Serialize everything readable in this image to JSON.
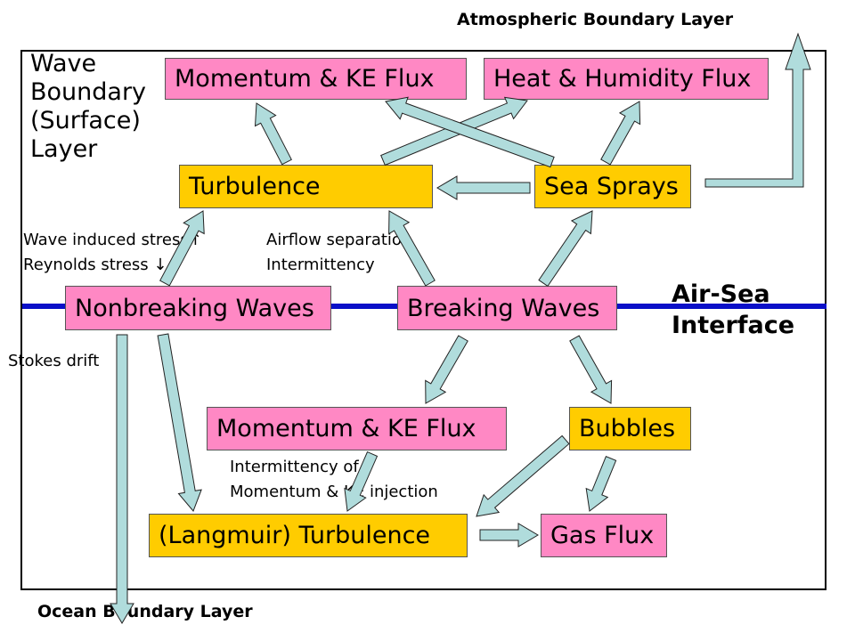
{
  "labels": {
    "atmospheric_layer": "Atmospheric Boundary Layer",
    "ocean_layer": "Ocean Boundary Layer",
    "wave_layer": [
      "Wave",
      "Boundary",
      "(Surface)",
      "Layer"
    ],
    "interface": [
      "Air-Sea",
      "Interface"
    ]
  },
  "boxes": {
    "momentum_ke_flux_top": "Momentum & KE Flux",
    "heat_humidity_flux": "Heat & Humidity Flux",
    "turbulence": "Turbulence",
    "sea_sprays": "Sea Sprays",
    "nonbreaking_waves": "Nonbreaking Waves",
    "breaking_waves": "Breaking Waves",
    "momentum_ke_flux_bottom": "Momentum & KE Flux",
    "bubbles": "Bubbles",
    "langmuir_turbulence": "(Langmuir) Turbulence",
    "gas_flux": "Gas Flux"
  },
  "annotations": {
    "wave_stress": "Wave induced stress",
    "reynolds_stress": "Reynolds stress",
    "airflow_separation": "Airflow separation",
    "intermittency": "Intermittency",
    "stokes_drift": "Stokes drift",
    "intermittency_of": "Intermittency of",
    "momentum_injection": "Momentum & KE injection"
  },
  "symbols": {
    "up_arrow": "↑",
    "down_arrow": "↓"
  },
  "colors": {
    "flux_box": "#ff88c4",
    "process_box": "#ffcc00",
    "arrow_fill": "#b0dcdc",
    "interface_line": "#0a10c8"
  }
}
